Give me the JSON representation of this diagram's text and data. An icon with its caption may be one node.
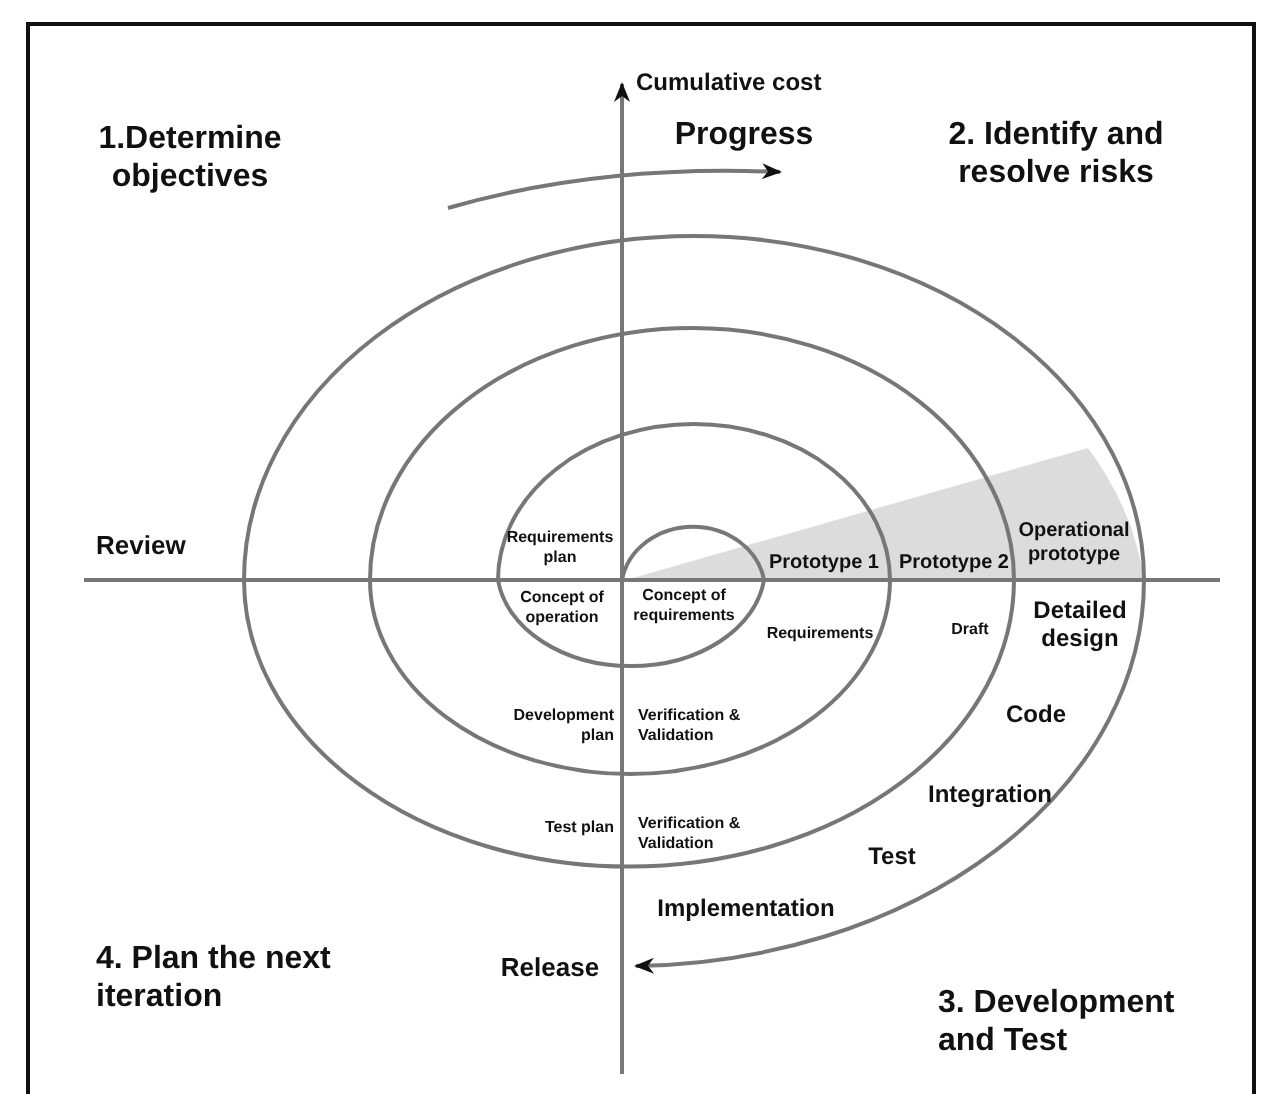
{
  "diagram": {
    "labels": [
      "Cumulative cost",
      "1.Determine objectives",
      "Progress",
      "2. Identify and resolve risks",
      "Review",
      "Requirements plan",
      "Operational prototype",
      "Prototype 1",
      "Prototype 2",
      "Concept of operation",
      "Concept of requirements",
      "Detailed design",
      "Requirements",
      "Draft",
      "Development plan",
      "Verification & Validation",
      "Code",
      "Integration",
      "Test plan",
      "Verification & Validation",
      "Test",
      "Implementation",
      "Release",
      "4. Plan the next iteration",
      "3. Development and Test"
    ]
  }
}
